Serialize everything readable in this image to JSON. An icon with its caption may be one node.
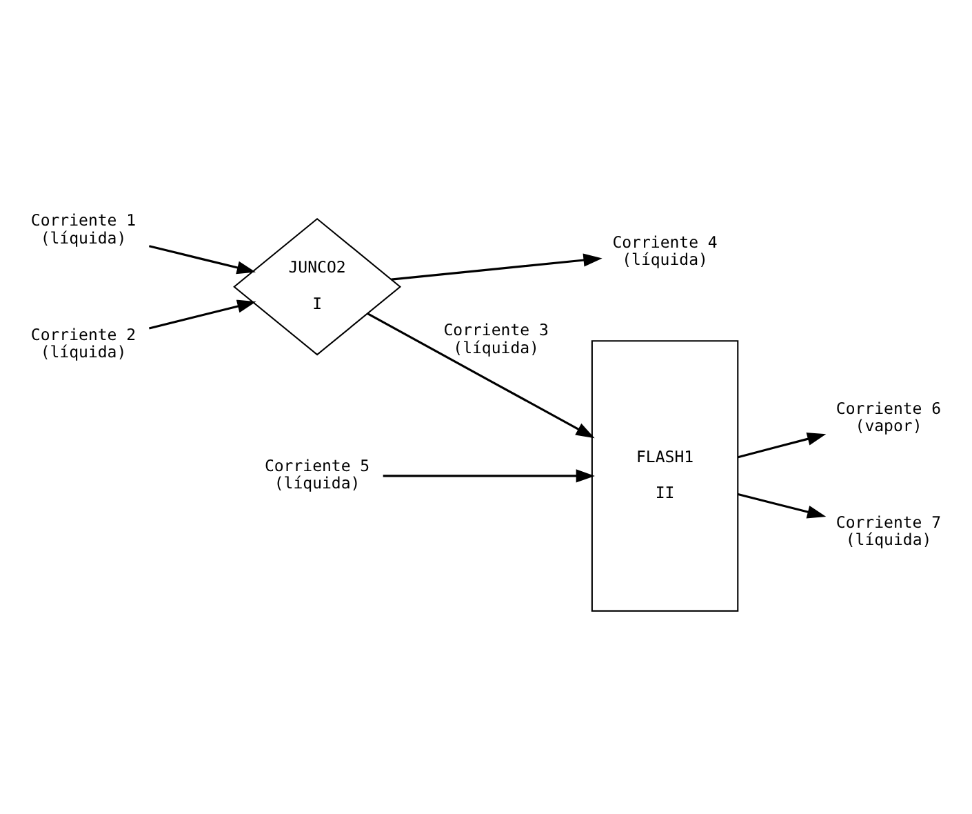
{
  "diagram": {
    "nodes": [
      {
        "text": [
          "Corriente 1 (líquida)"
        ]
      },
      {
        "text": [
          "Corriente 2 (líquida)"
        ]
      },
      {
        "text": [
          "JUNCO2",
          "I"
        ]
      },
      {
        "text": [
          "Corriente 5 (líquida)"
        ]
      },
      {
        "text": [
          "FLASH1",
          "II"
        ]
      },
      {
        "text": [
          "Corriente 4 (líquida)"
        ]
      },
      {
        "text": [
          "Corriente 6 (vapor)"
        ]
      },
      {
        "text": [
          "Corriente 7 (líquida)"
        ]
      }
    ],
    "edges": [
      {
        "from": 0,
        "to": 2,
        "arrow": "to"
      },
      {
        "from": 1,
        "to": 2,
        "arrow": "to"
      },
      {
        "from": 2,
        "to": 4,
        "arrow": "to",
        "label": "Corriente 3 (líquida)"
      },
      {
        "from": 3,
        "to": 4,
        "arrow": "to"
      },
      {
        "from": 2,
        "to": 5,
        "arrow": "to"
      },
      {
        "from": 4,
        "to": 6,
        "arrow": "to"
      },
      {
        "from": 4,
        "to": 7,
        "arrow": "to"
      }
    ]
  }
}
